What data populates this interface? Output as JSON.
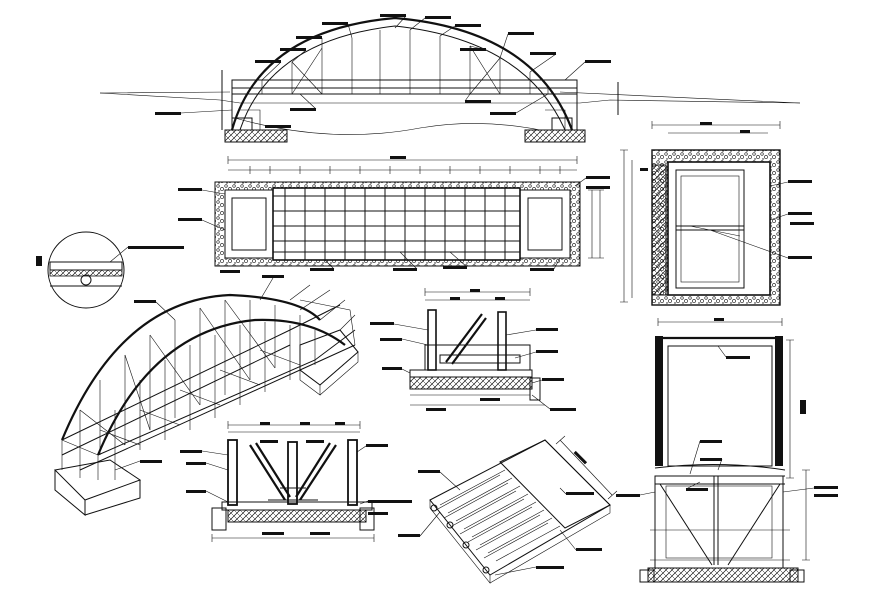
{
  "drawing": {
    "background": "#ffffff",
    "ink": "#111111",
    "views": [
      {
        "name": "bridge-elevation-view"
      },
      {
        "name": "bridge-plan-view"
      },
      {
        "name": "abutment-plan-view"
      },
      {
        "name": "connection-detail-circle"
      },
      {
        "name": "bridge-isometric-view"
      },
      {
        "name": "deck-cross-section-small"
      },
      {
        "name": "deck-cross-section-large"
      },
      {
        "name": "deck-panel-isometric"
      },
      {
        "name": "pier-elevation-view"
      }
    ]
  }
}
